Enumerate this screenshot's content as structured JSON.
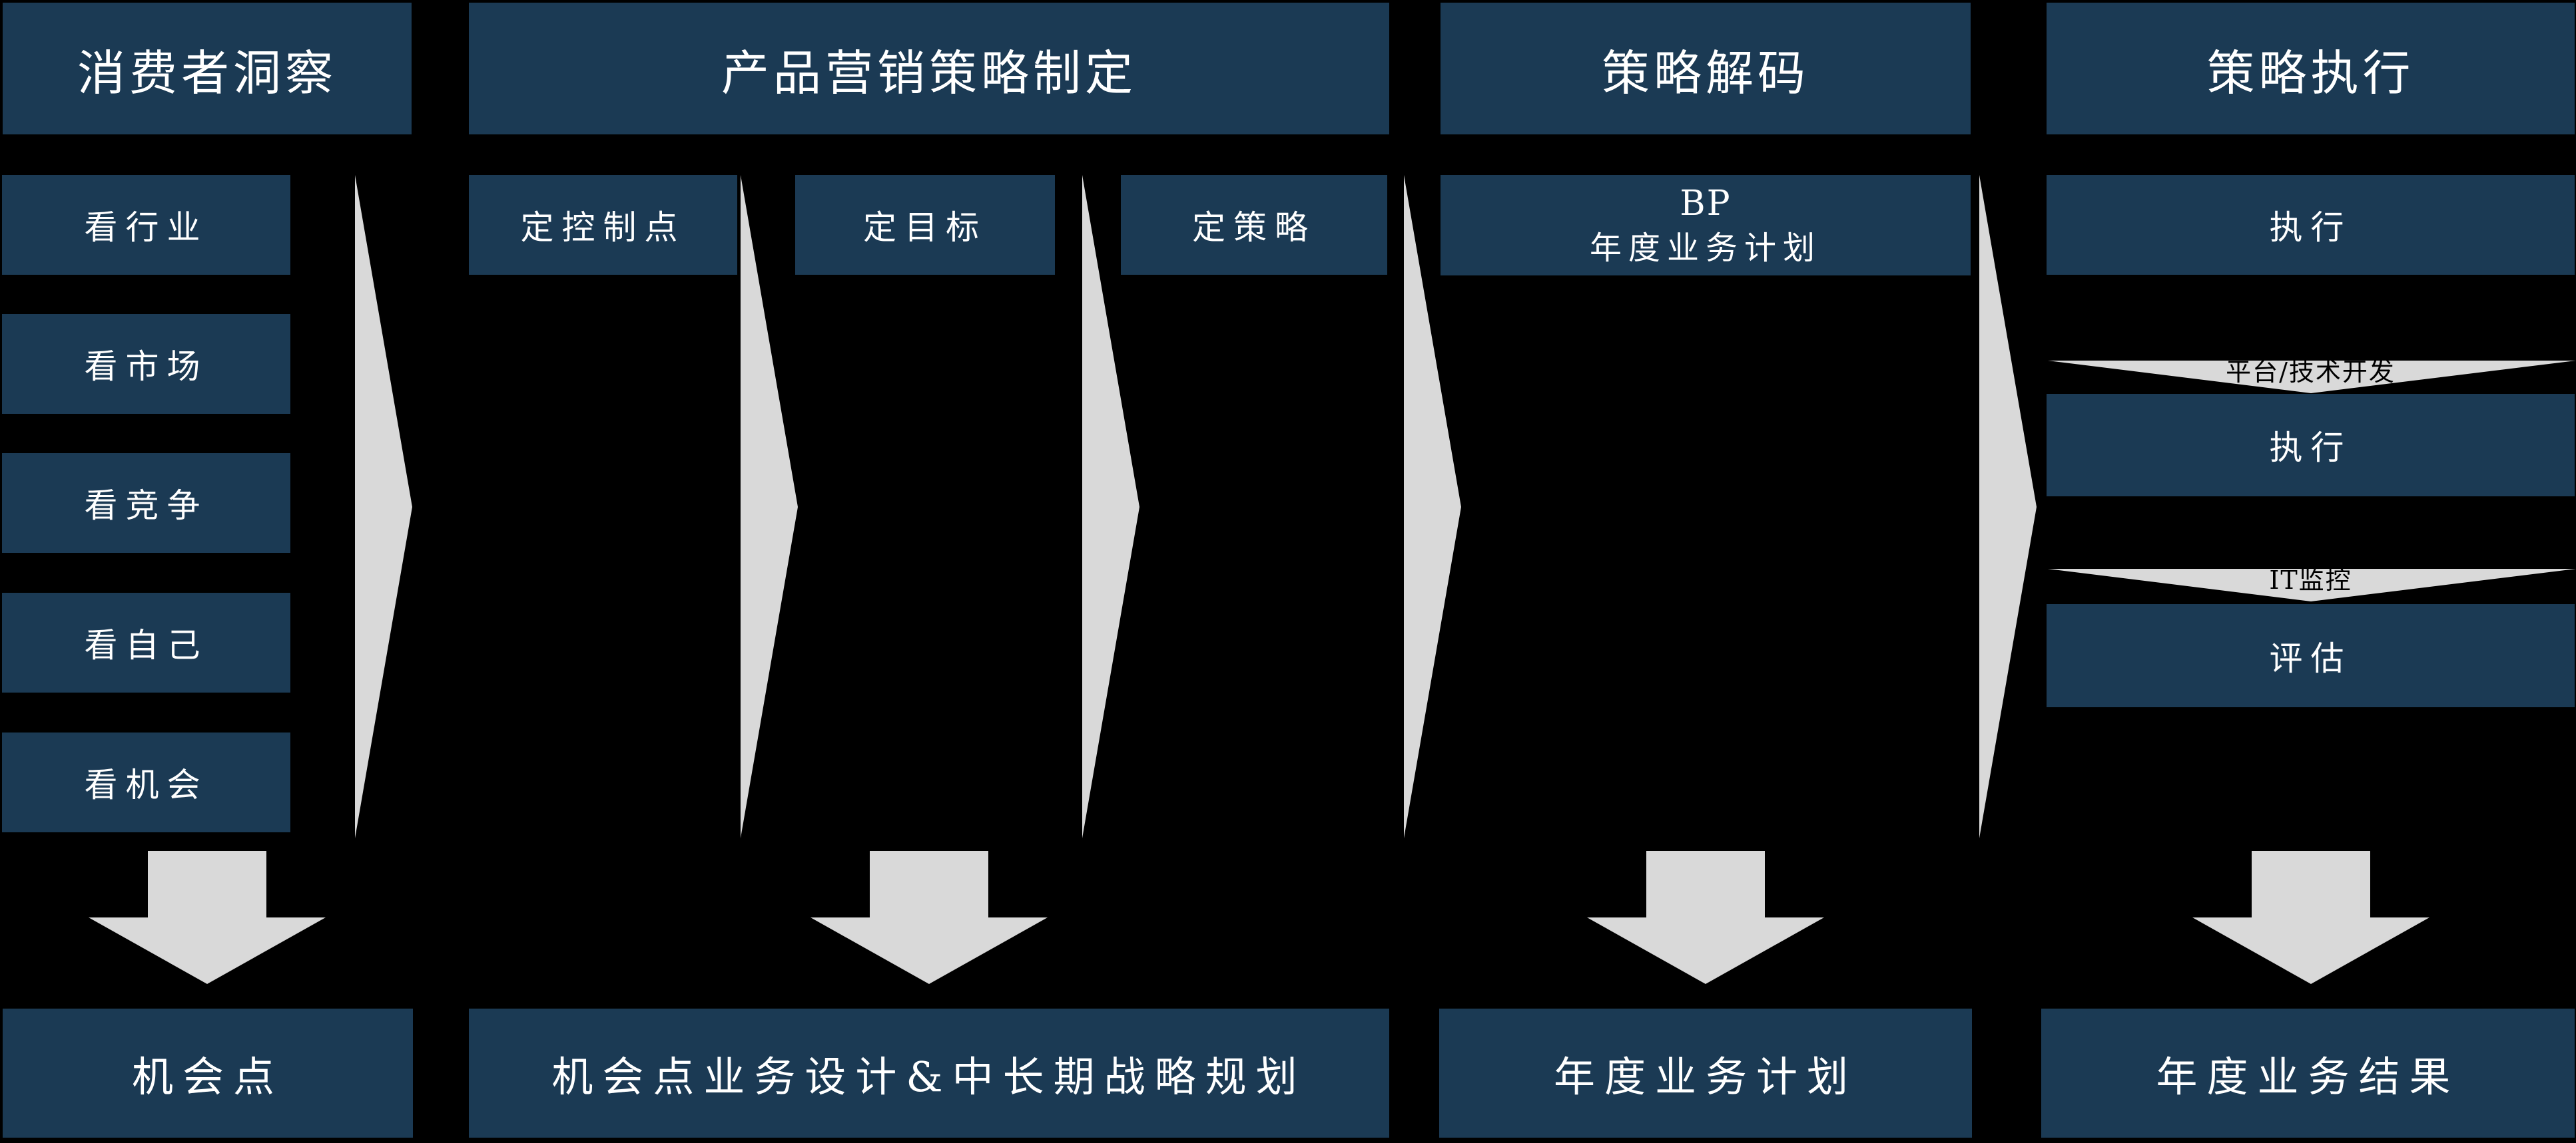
{
  "colors": {
    "background": "#000000",
    "box_navy": "#1b3a54",
    "arrow_gray": "#d9d9d9",
    "box_text": "#ffffff",
    "band_text": "#000000"
  },
  "columns": {
    "insight": {
      "header": "消费者洞察",
      "items": [
        "看行业",
        "看市场",
        "看竞争",
        "看自己",
        "看机会"
      ],
      "result": "机会点"
    },
    "strategy": {
      "header": "产品营销策略制定",
      "items": [
        "定控制点",
        "定目标",
        "定策略"
      ],
      "result": "机会点业务设计&中长期战略规划"
    },
    "decode": {
      "header": "策略解码",
      "bp_line1": "BP",
      "bp_line2": "年度业务计划",
      "result": "年度业务计划"
    },
    "execute": {
      "header": "策略执行",
      "items": [
        "执行",
        "执行",
        "评估"
      ],
      "bands": [
        "平台/技术开发",
        "IT监控"
      ],
      "result": "年度业务结果"
    }
  }
}
